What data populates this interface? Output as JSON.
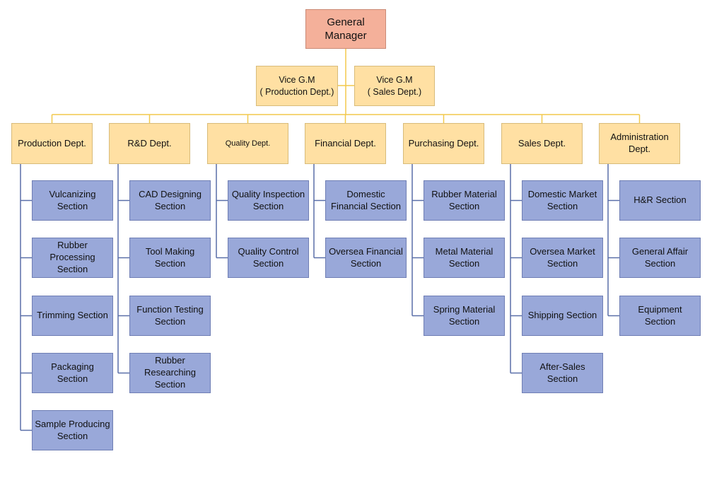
{
  "colors": {
    "gm_fill": "#f4b09a",
    "vice_dept_fill": "#ffe0a3",
    "section_fill": "#99a8d9",
    "top_connector": "#f2c94c",
    "branch_connector": "#5a6fa8"
  },
  "general_manager": "General Manager",
  "vice_gms": [
    {
      "title": "Vice G.M",
      "dept": "( Production Dept.)"
    },
    {
      "title": "Vice G.M",
      "dept": "( Sales Dept.)"
    }
  ],
  "departments": [
    {
      "name": "Production Dept.",
      "sections": [
        "Vulcanizing Section",
        "Rubber Processing Section",
        "Trimming Section",
        "Packaging Section",
        "Sample Producing Section"
      ]
    },
    {
      "name": "R&D Dept.",
      "sections": [
        "CAD Designing Section",
        "Tool Making Section",
        "Function Testing Section",
        "Rubber Researching Section"
      ]
    },
    {
      "name": "Quality  Dept.",
      "sections": [
        "Quality Inspection Section",
        "Quality Control Section"
      ]
    },
    {
      "name": "Financial Dept.",
      "sections": [
        "Domestic Financial Section",
        "Oversea Financial Section"
      ]
    },
    {
      "name": "Purchasing Dept.",
      "sections": [
        "Rubber Material Section",
        "Metal Material Section",
        "Spring Material Section"
      ]
    },
    {
      "name": "Sales Dept.",
      "sections": [
        "Domestic Market Section",
        "Oversea Market Section",
        "Shipping Section",
        "After-Sales Section"
      ]
    },
    {
      "name": "Administration Dept.",
      "sections": [
        "H&R Section",
        "General Affair Section",
        "Equipment Section"
      ]
    }
  ]
}
